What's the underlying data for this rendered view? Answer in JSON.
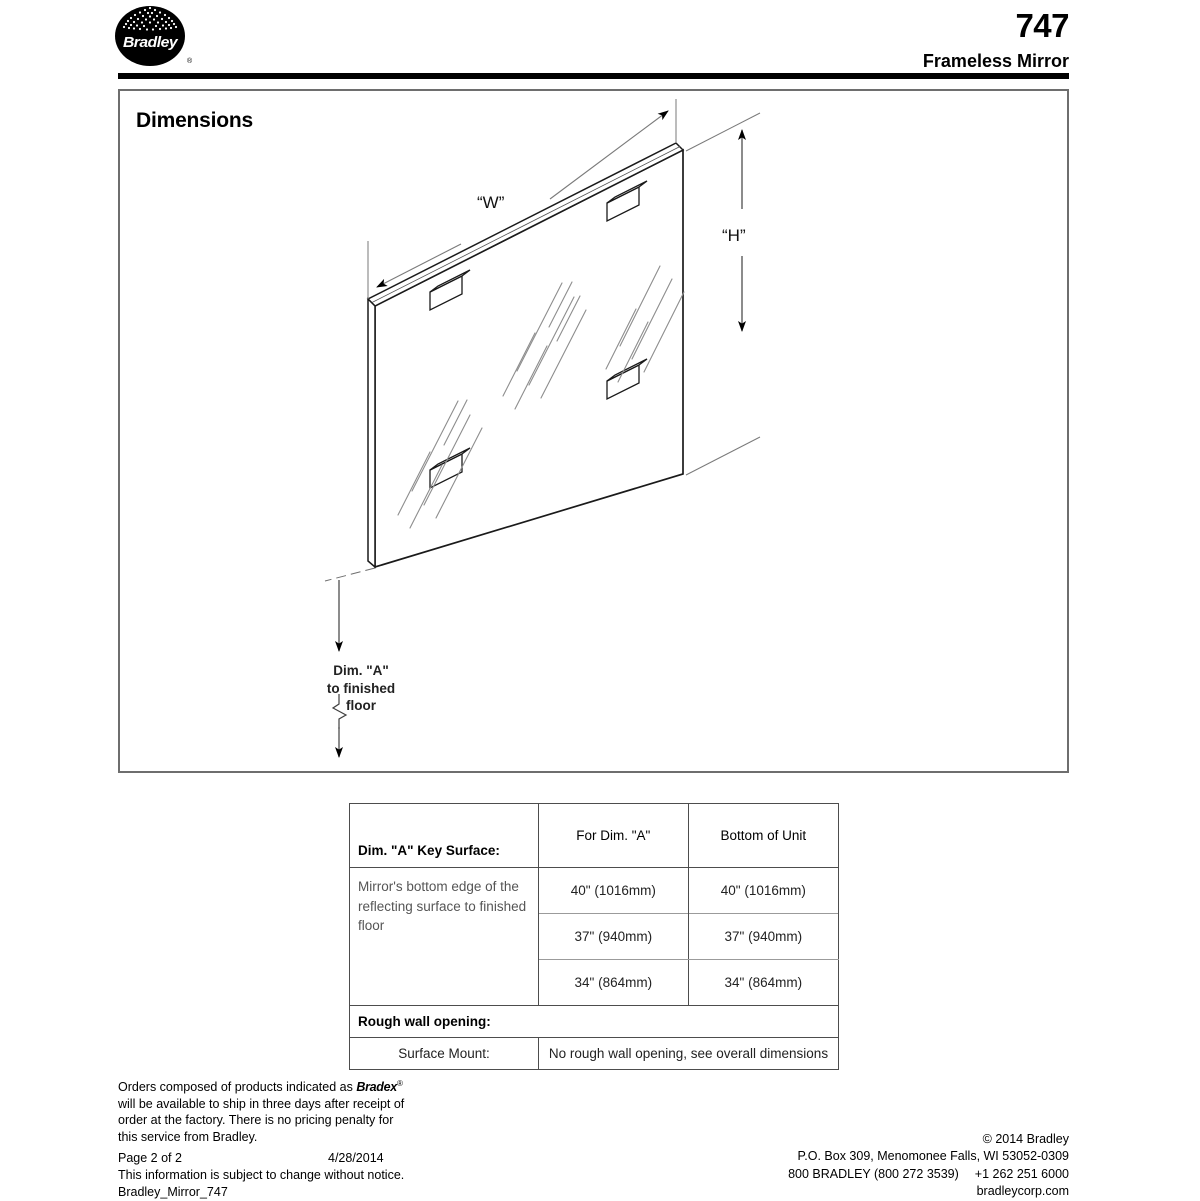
{
  "header": {
    "logo_name": "Bradley",
    "logo_registered": "®",
    "model_number": "747",
    "model_title": "Frameless Mirror"
  },
  "diagram": {
    "title": "Dimensions",
    "labels": {
      "width": "“W”",
      "height": "“H”",
      "dim_a_line1": "Dim. \"A\"",
      "dim_a_line2": "to finished",
      "dim_a_line3": "floor"
    }
  },
  "table": {
    "key_surface_header": "Dim. \"A\" Key Surface:",
    "columns": [
      "For Dim. \"A\"",
      "Bottom of Unit"
    ],
    "description": "Mirror's bottom edge of the reflecting surface to finished floor",
    "rows": [
      {
        "for_dim_a": "40\" (1016mm)",
        "bottom_of_unit": "40\" (1016mm)"
      },
      {
        "for_dim_a": "37\" (940mm)",
        "bottom_of_unit": "37\" (940mm)"
      },
      {
        "for_dim_a": "34\" (864mm)",
        "bottom_of_unit": "34\" (864mm)"
      }
    ],
    "rough_wall_opening_header": "Rough wall opening:",
    "surface_mount_label": "Surface Mount:",
    "surface_mount_value": "No rough wall opening, see overall dimensions"
  },
  "footer": {
    "bradex_note_1": "Orders composed of products indicated as",
    "bradex_word": "Bradex",
    "bradex_reg": "®",
    "bradex_note_2": "will be available to ship in three days after receipt of",
    "bradex_note_3": "order at the factory. There is no pricing penalty for",
    "bradex_note_4": "this service from Bradley.",
    "page": "Page 2 of 2",
    "date": "4/28/2014",
    "disclaimer": "This information is subject to change without notice.",
    "doc_id": "Bradley_Mirror_747",
    "copyright": "© 2014 Bradley",
    "address": "P.O. Box 309, Menomonee Falls, WI 53052-0309",
    "phone_us": "800 BRADLEY (800 272 3539)",
    "phone_intl": "+1 262 251 6000",
    "website": "bradleycorp.com"
  }
}
